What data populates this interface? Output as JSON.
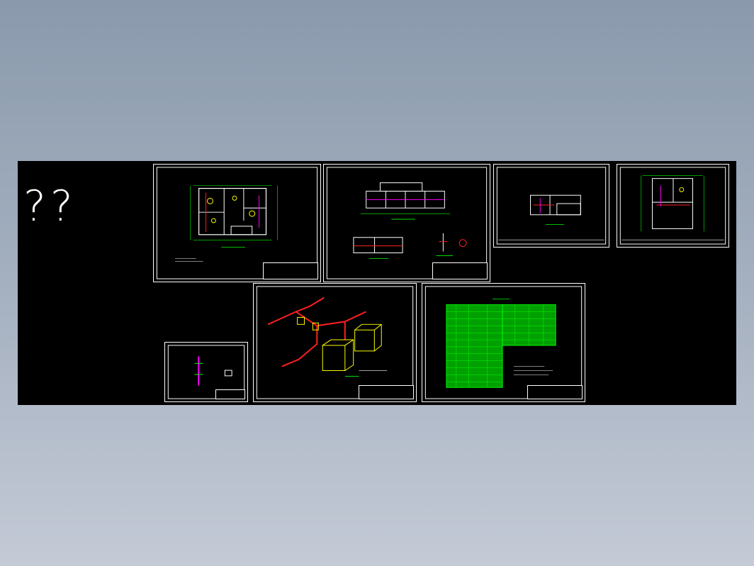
{
  "canvas": {
    "background_color": "#000000",
    "placeholder_text": "??"
  },
  "sheets": [
    {
      "id": "plan-a",
      "kind": "floor-plan"
    },
    {
      "id": "elevations",
      "kind": "elevation-and-section"
    },
    {
      "id": "plan-b",
      "kind": "partial-plan"
    },
    {
      "id": "plan-c",
      "kind": "floor-plan-detail"
    },
    {
      "id": "detail-small",
      "kind": "detail"
    },
    {
      "id": "isometric",
      "kind": "pipe-isometric"
    },
    {
      "id": "schedule",
      "kind": "material-table"
    }
  ],
  "colors": {
    "frame": "#ffffff",
    "wall": "#ffffff",
    "dimension": "#00ff00",
    "pipe": "#ff2020",
    "equipment": "#ffff00",
    "accent": "#ff00ff",
    "table": "#00ff00"
  }
}
